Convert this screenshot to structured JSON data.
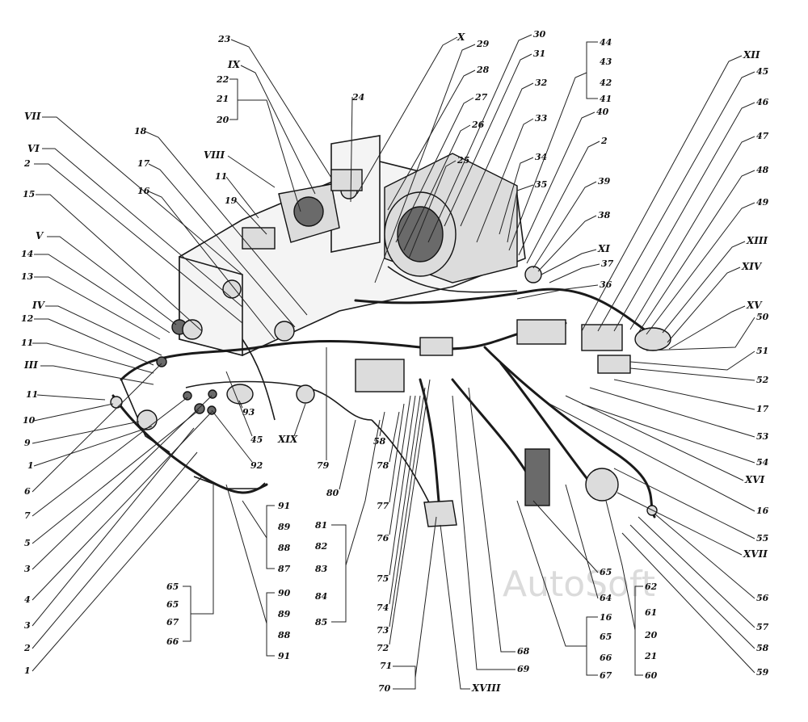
{
  "watermark": "AutoSoft",
  "left_callouts": [
    "VII",
    "VI",
    "2",
    "15",
    "V",
    "14",
    "13",
    "IV",
    "12",
    "11",
    "III",
    "11",
    "10",
    "9",
    "1",
    "6",
    "7",
    "5",
    "3",
    "4",
    "3",
    "2",
    "1"
  ],
  "top_callouts": {
    "c23": "23",
    "cIX": "IX",
    "c22": "22",
    "c21": "21",
    "c20": "20",
    "c24": "24",
    "cVIII": "VIII",
    "c11": "11",
    "c18": "18",
    "c17": "17",
    "c16": "16",
    "c19": "19",
    "cX": "X",
    "c29": "29",
    "c28": "28",
    "c27": "27",
    "c26": "26",
    "c25": "25",
    "c30": "30",
    "c31": "31",
    "c32": "32",
    "c33": "33",
    "c34": "34",
    "c35": "35",
    "c44": "44",
    "c43": "43",
    "c42": "42",
    "c41": "41",
    "c40": "40",
    "c2b": "2",
    "c39": "39",
    "c38": "38",
    "cXI": "XI",
    "c37": "37",
    "c36": "36"
  },
  "right_callouts": [
    "XII",
    "45",
    "46",
    "47",
    "48",
    "49",
    "XIII",
    "XIV",
    "XV",
    "50",
    "51",
    "52",
    "17",
    "53",
    "54",
    "XVI",
    "16",
    "55",
    "XVII",
    "56",
    "57",
    "58",
    "59"
  ],
  "bottom_callouts": {
    "c93": "93",
    "c45": "45",
    "c92": "92",
    "cXIX": "XIX",
    "c79": "79",
    "c80": "80",
    "c58": "58",
    "c78": "78",
    "c77": "77",
    "c76": "76",
    "c75": "75",
    "c74": "74",
    "c73": "73",
    "c72": "72",
    "c71": "71",
    "c70": "70",
    "cXVIII": "XVIII",
    "c69": "69",
    "c68": "68",
    "c65": "65",
    "c64": "64",
    "g1": [
      "65",
      "65",
      "67",
      "66"
    ],
    "g2": [
      "91",
      "89",
      "88",
      "87"
    ],
    "g3": [
      "90",
      "89",
      "88",
      "91"
    ],
    "g4": [
      "81",
      "82",
      "83",
      "84",
      "85"
    ],
    "g5": [
      "16",
      "65",
      "66",
      "67"
    ],
    "g6": [
      "62",
      "61",
      "20",
      "21",
      "60"
    ]
  }
}
